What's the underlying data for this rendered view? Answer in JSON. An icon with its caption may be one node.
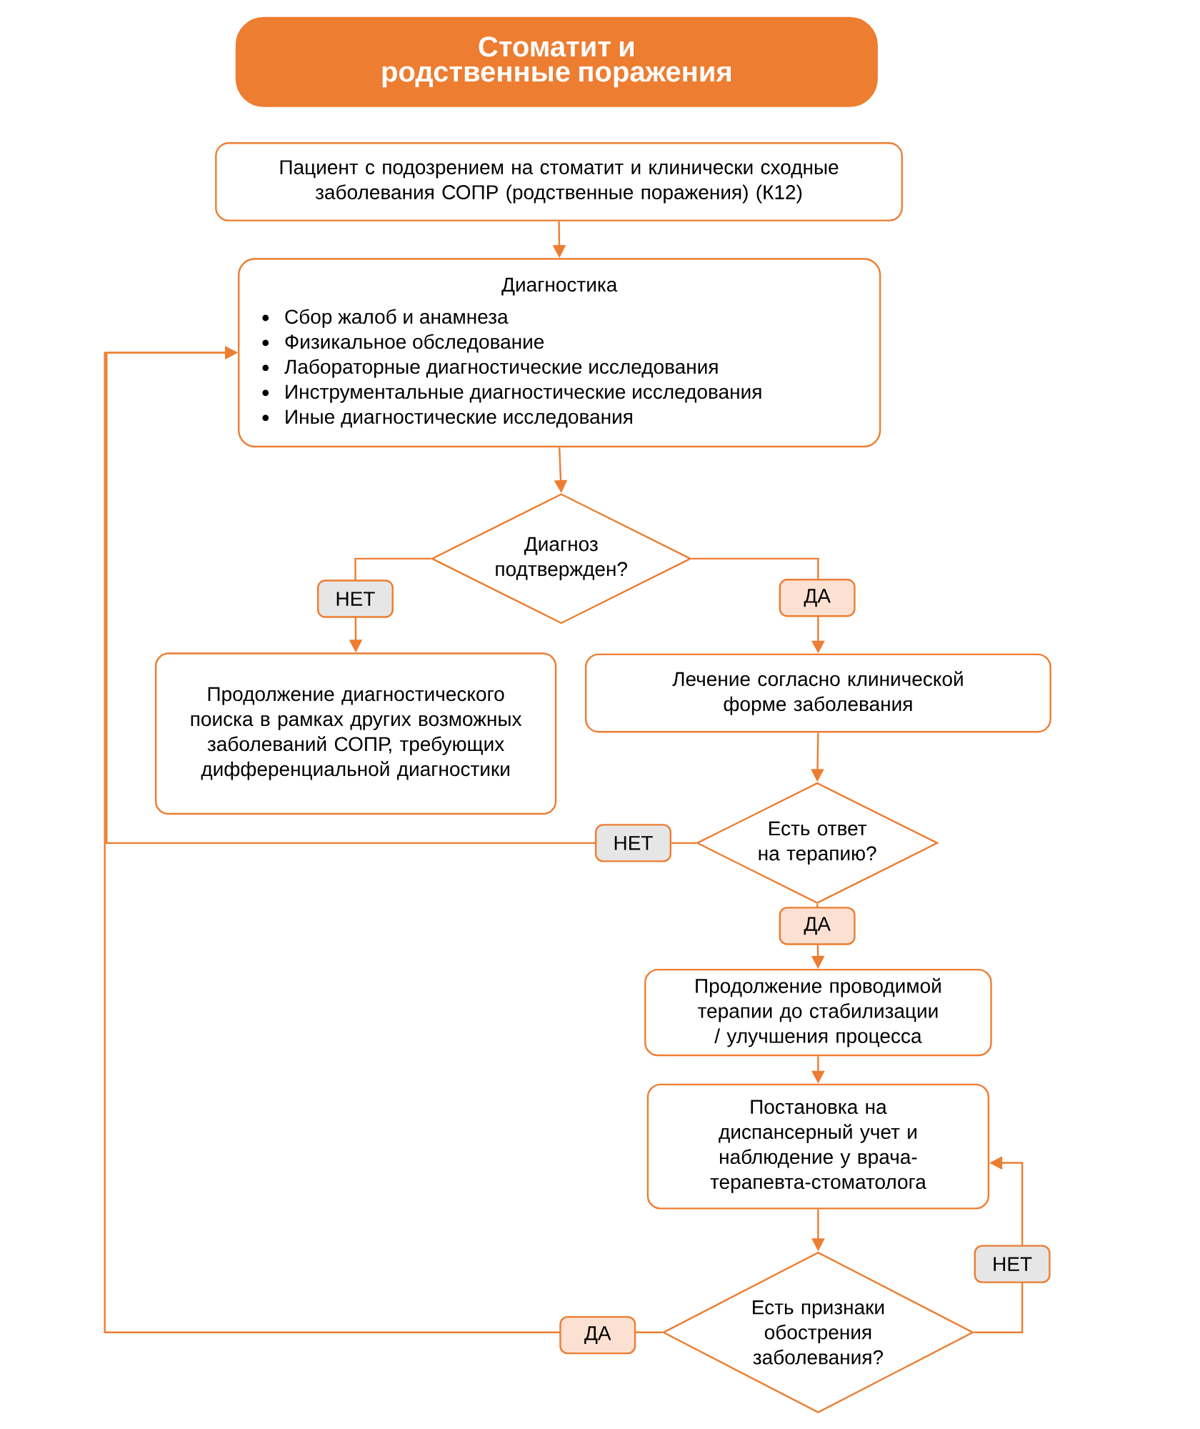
{
  "diagram": {
    "nodes": [
      {
        "text": [
          "Стоматит и родственные поражения"
        ]
      },
      {
        "text": [
          "Пациент с подозрением на стоматит и клинически сходные заболевания СОПР (родственные поражения) (К12)"
        ]
      },
      {
        "text": [
          "Диагностика",
          "Сбор жалоб и анамнеза",
          "Физикальное обследование",
          "Лабораторные диагностические исследования",
          "Инструментальные диагностические исследования",
          "Иные диагностические исследования"
        ]
      },
      {
        "text": [
          "Диагноз подтвержден?"
        ]
      },
      {
        "text": [
          "Продолжение диагностического поиска в рамках других возможных заболеваний СОПР, требующих дифференциальной диагностики"
        ]
      },
      {
        "text": [
          "Лечение согласно клинической форме заболевания"
        ]
      },
      {
        "text": [
          "Есть ответ на терапию?"
        ]
      },
      {
        "text": [
          "Продолжение проводимой терапии до стабилизации / улучшения процесса"
        ]
      },
      {
        "text": [
          "Постановка на диспансерный учет и наблюдение у врача-терапевта-стоматолога"
        ]
      },
      {
        "text": [
          "Есть признаки обострения заболевания?"
        ]
      }
    ],
    "edges": [
      {
        "from": 1,
        "to": 2,
        "arrow": "to"
      },
      {
        "from": 2,
        "to": 3,
        "arrow": "to"
      },
      {
        "from": 3,
        "to": 4,
        "arrow": "to",
        "label": "НЕТ"
      },
      {
        "from": 3,
        "to": 5,
        "arrow": "to",
        "label": "ДА"
      },
      {
        "from": 5,
        "to": 6,
        "arrow": "to"
      },
      {
        "from": 6,
        "to": 2,
        "arrow": "to",
        "label": "НЕТ"
      },
      {
        "from": 6,
        "to": 7,
        "arrow": "to",
        "label": "ДА"
      },
      {
        "from": 7,
        "to": 8,
        "arrow": "to"
      },
      {
        "from": 8,
        "to": 9,
        "arrow": "to"
      },
      {
        "from": 9,
        "to": 8,
        "arrow": "to",
        "label": "НЕТ"
      },
      {
        "from": 9,
        "to": 2,
        "arrow": "to",
        "label": "ДА"
      }
    ]
  }
}
